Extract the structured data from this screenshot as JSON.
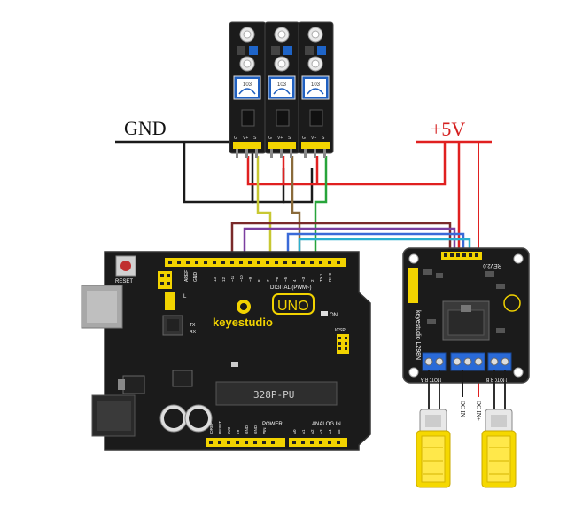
{
  "labels": {
    "gnd": "GND",
    "plus5v": "+5V"
  },
  "sensors": [
    {
      "pot_label": "103",
      "pins": [
        "G",
        "V+",
        "S"
      ]
    },
    {
      "pot_label": "103",
      "pins": [
        "G",
        "V+",
        "S"
      ]
    },
    {
      "pot_label": "103",
      "pins": [
        "G",
        "V+",
        "S"
      ]
    }
  ],
  "arduino": {
    "brand": "keyestudio",
    "model": "UNO",
    "chip": "328P-PU",
    "reset": "RESET",
    "on": "ON",
    "icsp": "ICSP",
    "tx": "TX",
    "rx": "RX",
    "l": "L",
    "aref": "AREF",
    "gnd": "GND",
    "digital": "DIGITAL (PWM~)",
    "power": "POWER",
    "analog": "ANALOG IN",
    "power_pins": [
      "IOREF",
      "RESET",
      "3V3",
      "5V",
      "GND",
      "GND",
      "VIN"
    ],
    "analog_pins": [
      "A0",
      "A1",
      "A2",
      "A3",
      "A4",
      "A5"
    ],
    "digital_pins": [
      "13",
      "12",
      "~11",
      "~10",
      "~9",
      "8",
      "7",
      "~6",
      "~5",
      "4",
      "~3",
      "2",
      "TX 1",
      "RX 0"
    ]
  },
  "driver": {
    "name": "keyestudio L298N",
    "code": "REV2.0",
    "dc_minus": "DC IN-",
    "dc_plus": "DC IN+",
    "motor_a": "MOTOR A",
    "motor_b": "MOTOR B"
  },
  "colors": {
    "wire_black": "#1a1a1a",
    "wire_red": "#e02020",
    "wire_yellow": "#c8c832",
    "wire_brown": "#8a6a3a",
    "wire_green": "#27a43a",
    "wire_darkred": "#7a2a2a",
    "wire_purple": "#7b3fa0",
    "wire_blue": "#3a6ad8",
    "wire_cyan": "#2ab0d0",
    "board_black": "#1b1b1b",
    "header_yellow": "#f2d300",
    "motor_yellow": "#f5d800"
  }
}
